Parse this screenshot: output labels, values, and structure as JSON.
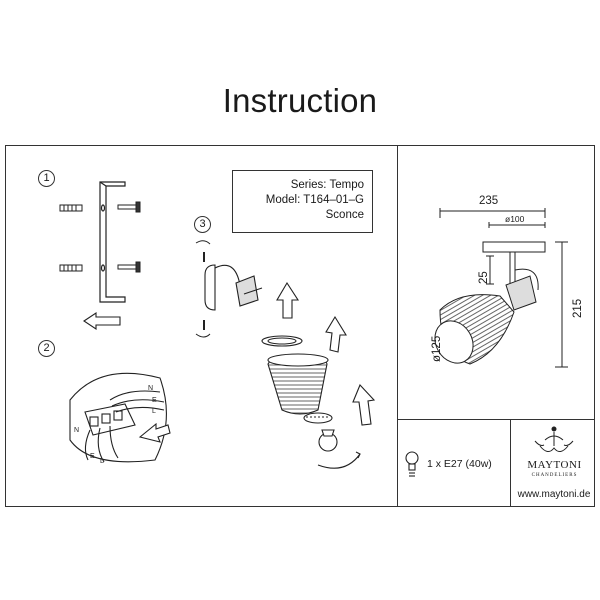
{
  "title": "Instruction",
  "info": {
    "series": "Series: Tempo",
    "model": "Model: T164–01–G",
    "type": "Sconce"
  },
  "steps": [
    "1",
    "2",
    "3"
  ],
  "wires": {
    "n": "N",
    "e": "E",
    "l": "L"
  },
  "dimensions": {
    "width": "235",
    "base": "ø100",
    "offset": "25",
    "height": "215",
    "shade": "ø125"
  },
  "bulb": "1 x E27 (40w)",
  "brand": {
    "name": "MAYTONI",
    "tagline": "CHANDELIERS",
    "website": "www.maytoni.de"
  },
  "icons": [
    "screw-icon",
    "arrow-icon",
    "rotate-icon",
    "bulb-icon",
    "brand-ornament-icon"
  ]
}
